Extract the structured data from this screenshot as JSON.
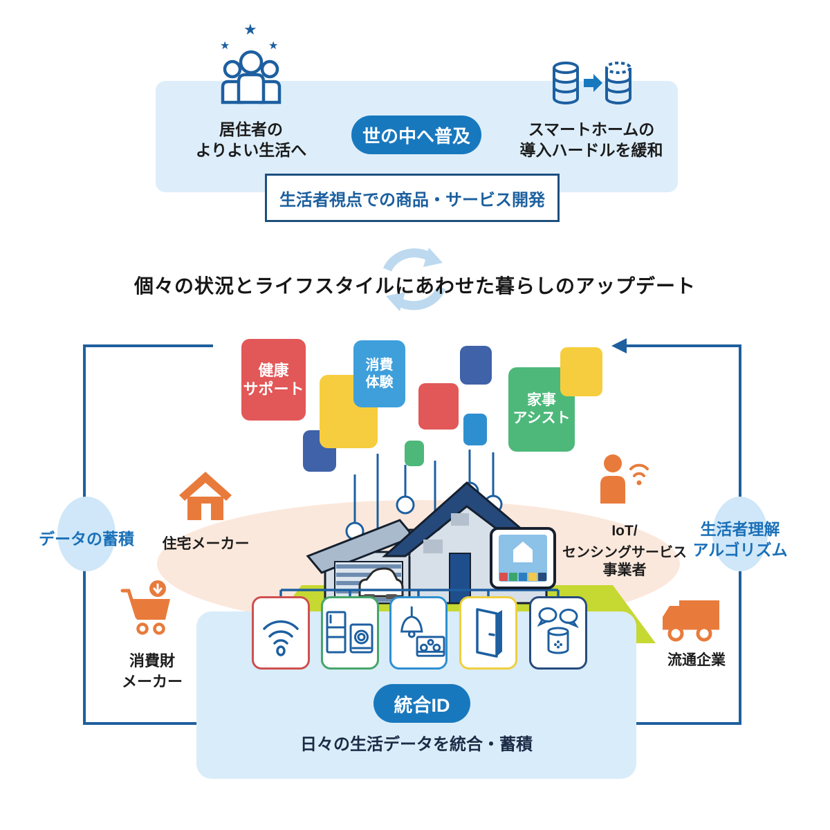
{
  "top": {
    "left_label_1": "居住者の",
    "left_label_2": "よりよい生活へ",
    "badge": "世の中へ普及",
    "right_label_1": "スマートホームの",
    "right_label_2": "導入ハードルを緩和",
    "box_label": "生活者視点での商品・サービス開発"
  },
  "headline": "個々の状況とライフスタイルにあわせた暮らしのアップデート",
  "tags": {
    "health_1": "健康",
    "health_2": "サポート",
    "consumption_1": "消費",
    "consumption_2": "体験",
    "housework_1": "家事",
    "housework_2": "アシスト"
  },
  "left_column": {
    "loop_label": "データの蓄積",
    "housing_maker": "住宅メーカー",
    "consumer_goods_1": "消費財",
    "consumer_goods_2": "メーカー"
  },
  "right_column": {
    "loop_label_1": "生活者理解",
    "loop_label_2": "アルゴリズム",
    "iot_1": "IoT/",
    "iot_2": "センシングサービス",
    "iot_3": "事業者",
    "distribution": "流通企業"
  },
  "bottom": {
    "badge": "統合ID",
    "caption": "日々の生活データを統合・蓄積"
  },
  "glyphs": {
    "star": "★"
  },
  "devices": [
    {
      "icon": "wifi-icon",
      "accent": "#cf4f4f"
    },
    {
      "icon": "fridge-washer-icon",
      "accent": "#46a56a"
    },
    {
      "icon": "lamp-remote-icon",
      "accent": "#2e8fd0"
    },
    {
      "icon": "door-icon",
      "accent": "#efcf3e"
    },
    {
      "icon": "smart-speaker-icon",
      "accent": "#274b7d"
    }
  ],
  "tablet": {
    "screen_icon": "house-icon",
    "squares": [
      "#d94f4f",
      "#3aa66b",
      "#2a7fc1",
      "#f2c94c",
      "#274b7d"
    ]
  },
  "colors": {
    "primary_blue": "#1878be",
    "deep_blue": "#1d5fa0",
    "text_blue": "#1a70b8",
    "panel_blue": "#ddeefa",
    "bottom_panel_blue": "#d9ecf9",
    "accent_orange": "#e87b3c",
    "peach": "#fbe8dc",
    "ground_green": "#c6d832",
    "red": "#e25757",
    "yellow": "#f6cd3e",
    "sky_blue": "#3e9fdb",
    "navy": "#3f62a8",
    "green": "#4db87a",
    "roof_navy": "#26497b"
  }
}
